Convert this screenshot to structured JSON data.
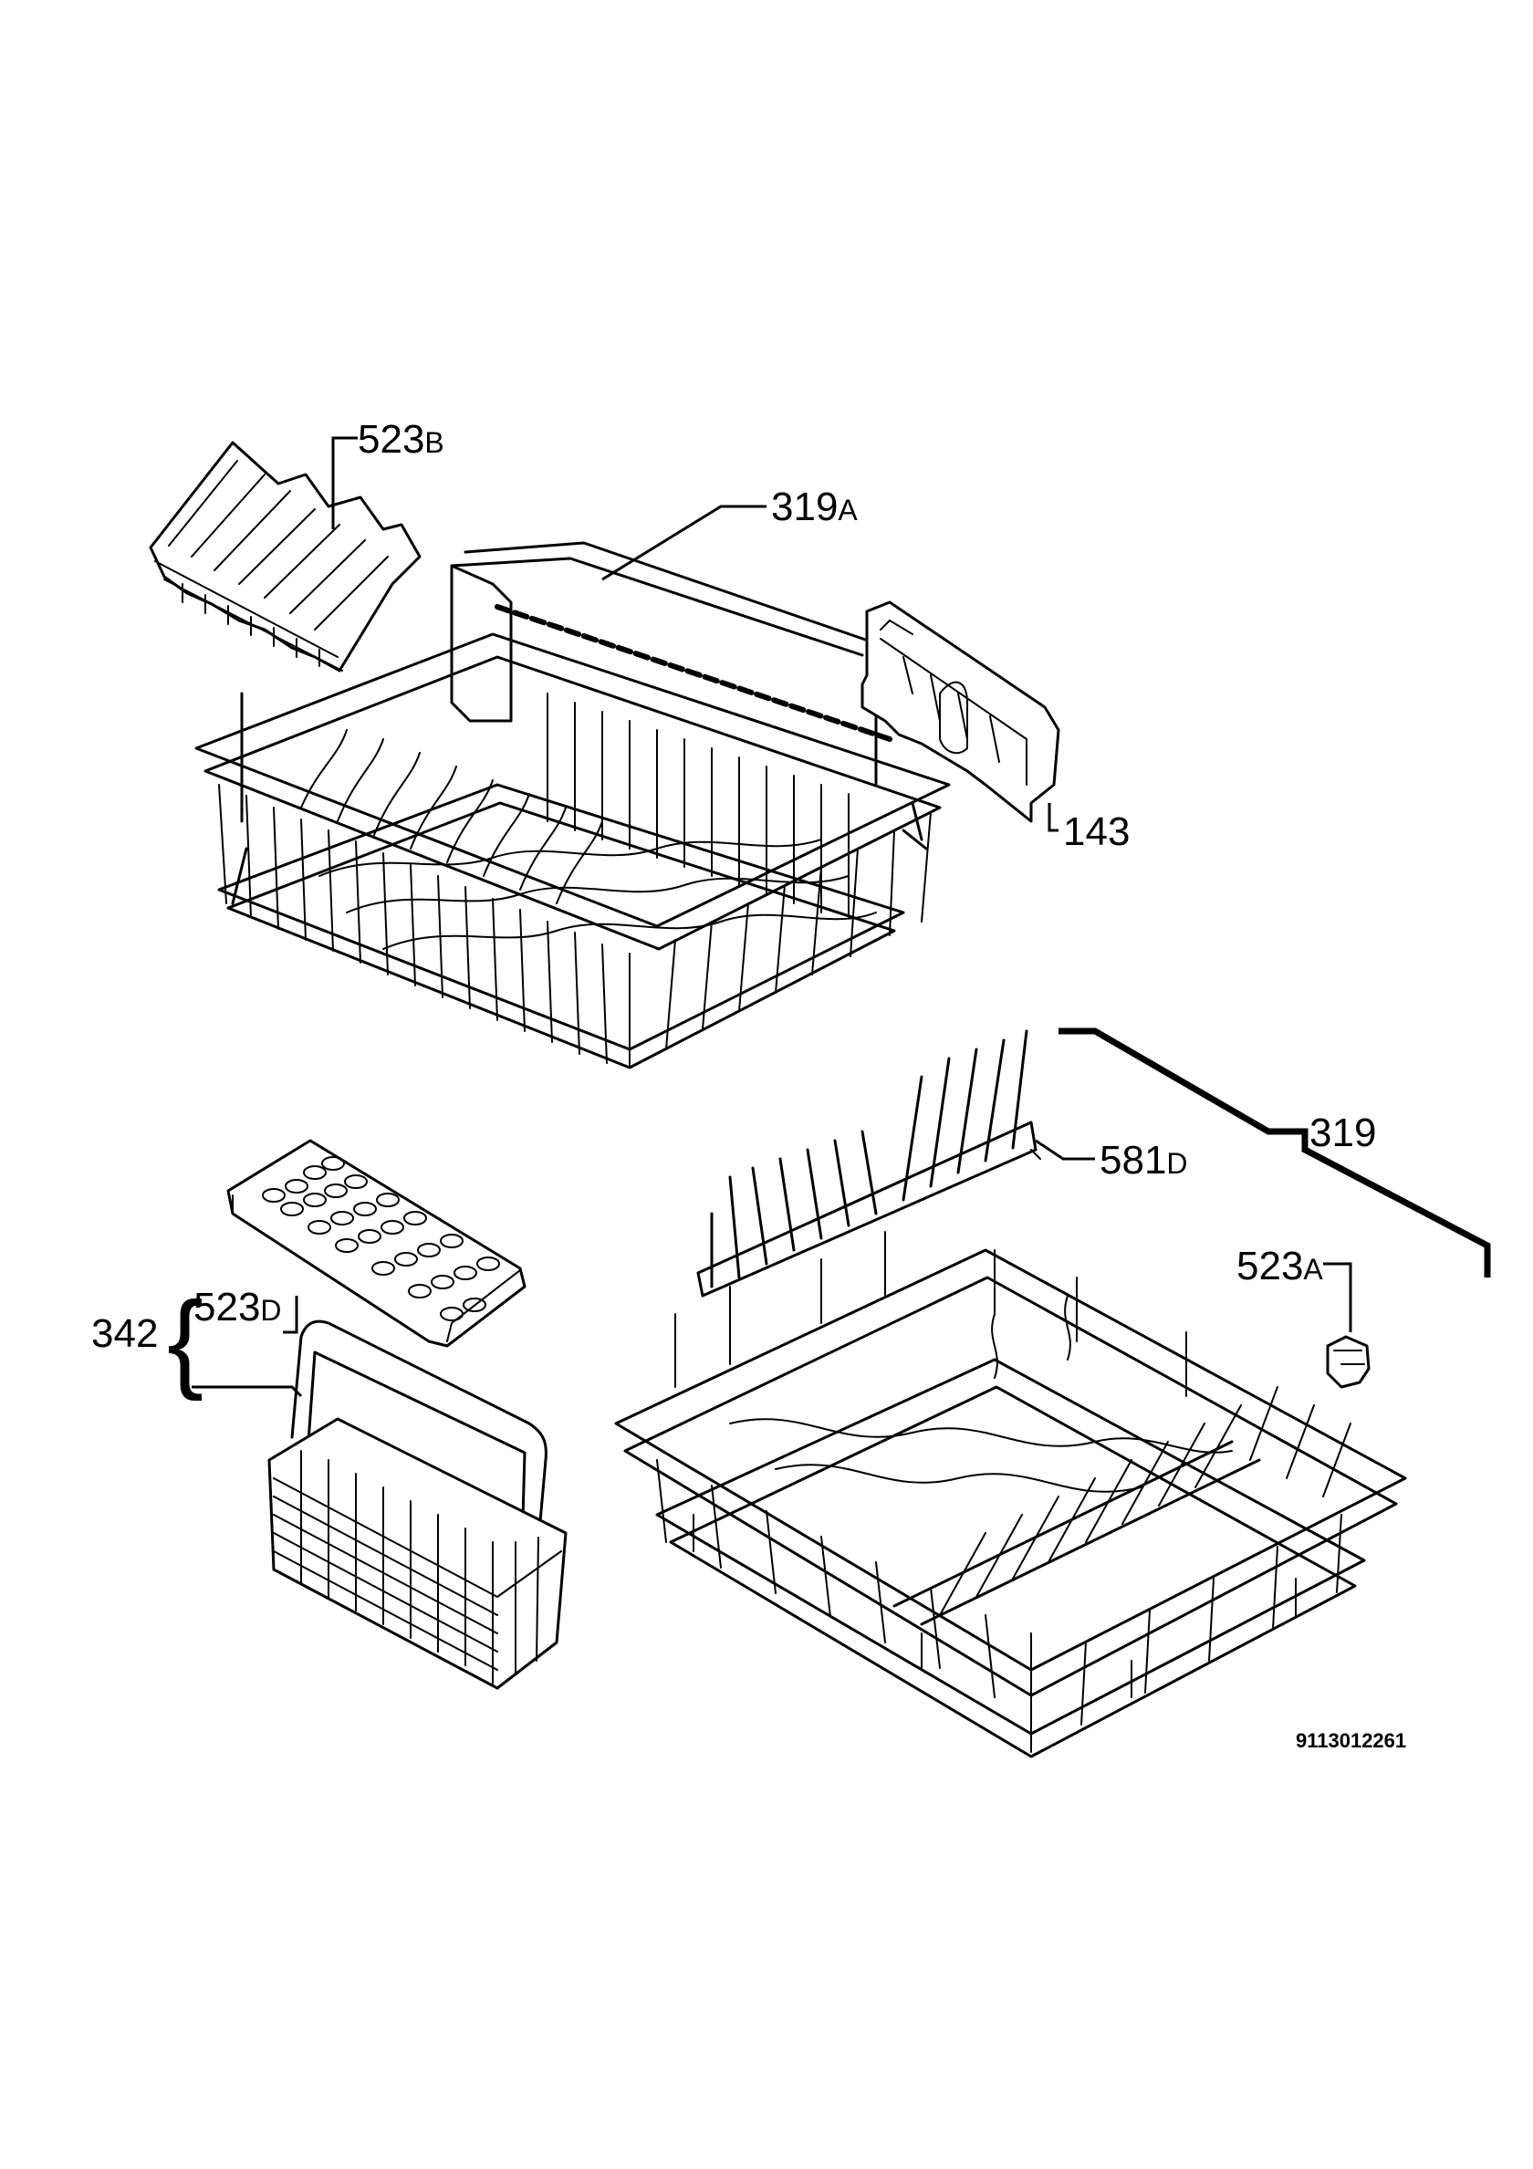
{
  "callouts": {
    "c523b": {
      "num": "523",
      "suffix": "B"
    },
    "c319a": {
      "num": "319",
      "suffix": "A"
    },
    "c143": {
      "num": "143"
    },
    "c581d": {
      "num": "581",
      "suffix": "D"
    },
    "c319": {
      "num": "319"
    },
    "c523a": {
      "num": "523",
      "suffix": "A"
    },
    "c342": {
      "num": "342"
    },
    "c523d": {
      "num": "523",
      "suffix": "D"
    }
  },
  "document_number": "9113012261",
  "icons": {
    "upper_basket": "upper-basket-icon",
    "lower_basket": "lower-basket-icon",
    "cutlery_basket": "cutlery-basket-icon",
    "cutlery_insert": "cutlery-insert-icon",
    "cup_rack": "cup-rack-icon",
    "plate_rack": "plate-rack-icon",
    "rail_bracket": "rail-bracket-icon",
    "wheel": "wheel-icon"
  }
}
